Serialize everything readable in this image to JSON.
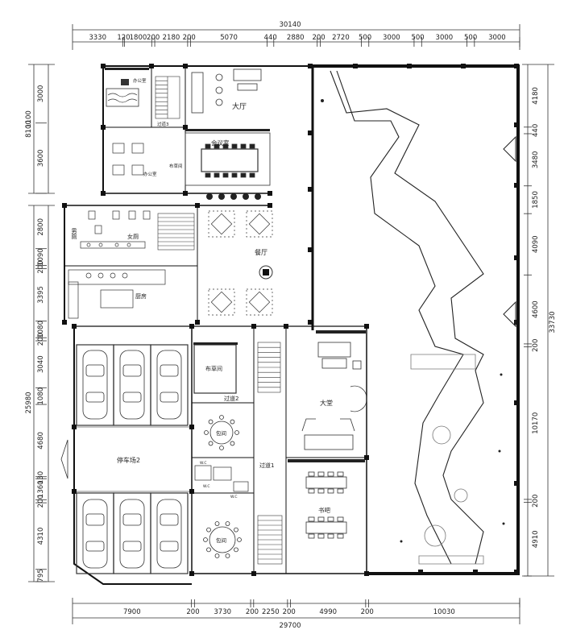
{
  "dimensions": {
    "top_total": "30140",
    "top_segments": [
      "3330",
      "120",
      "1800",
      "200",
      "2180",
      "200",
      "5070",
      "440",
      "2880",
      "200",
      "2720",
      "500",
      "3000",
      "500",
      "3000",
      "500",
      "3000"
    ],
    "bottom_total": "29700",
    "bottom_segments": [
      "7900",
      "200",
      "3730",
      "200",
      "2250",
      "200",
      "4990",
      "200",
      "10030"
    ],
    "right_total": "33730",
    "right_segments": [
      "4180",
      "440",
      "3480",
      "1850",
      "4090",
      "4600",
      "200",
      "10170",
      "200",
      "4910"
    ],
    "left_upper_total": "8100",
    "left_upper_mid": "1100",
    "left_upper_segments": [
      "3000",
      "3600"
    ],
    "left_lower_total": "25980",
    "left_lower_segments": [
      "2800",
      "1090",
      "200",
      "3395",
      "1080",
      "200",
      "3040",
      "1080",
      "4680",
      "130",
      "1360",
      "200",
      "4310",
      "795"
    ]
  },
  "rooms": {
    "hall": "大厅",
    "office1": "办公室",
    "office2": "办公室",
    "corridor3": "过道3",
    "meeting": "会议室",
    "linen1": "布草间",
    "mens": "男厕",
    "womens": "女厕",
    "kitchen": "厨房",
    "dining": "餐厅",
    "linen2": "布草间",
    "corridor2": "过道2",
    "private1": "包间",
    "wc1": "W.C",
    "wc2": "W.C",
    "wc3": "W.C",
    "corridor1": "过道1",
    "private2": "包间",
    "lobby": "大堂",
    "bookbar": "书吧",
    "parking2": "停车场2"
  }
}
